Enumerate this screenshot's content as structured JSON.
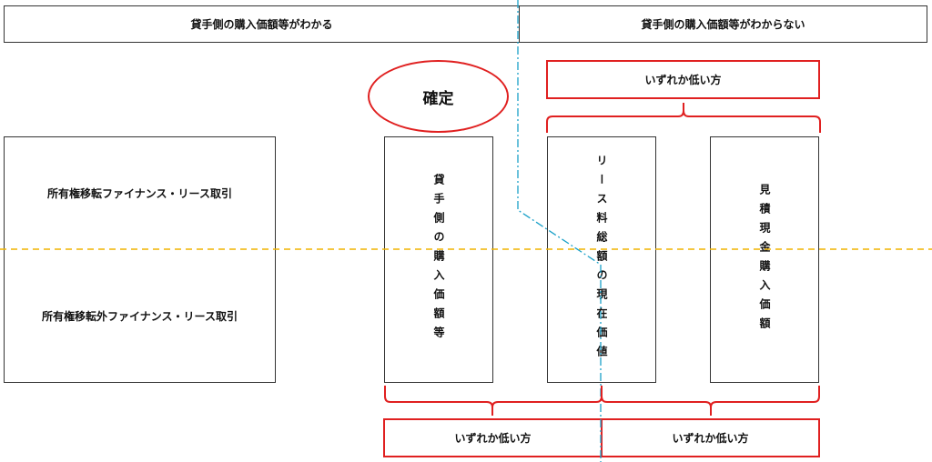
{
  "header": {
    "left_label": "貸手側の購入価額等がわかる",
    "right_label": "貸手側の購入価額等がわからない"
  },
  "confirmed_label": "確定",
  "rows": {
    "transfer_label": "所有権移転ファイナンス・リース取引",
    "non_transfer_label": "所有権移転外ファイナンス・リース取引"
  },
  "columns": {
    "purchase_price_label": "貸手側の購入価額等",
    "pv_total_lease_label": "リース料総額の現在価値",
    "estimated_cash_price_label": "見積現金購入価額"
  },
  "brackets": {
    "top_lower_label": "いずれか低い方",
    "bottom_left_label": "いずれか低い方",
    "bottom_right_label": "いずれか低い方"
  },
  "colors": {
    "accent_red": "#e02020",
    "dashed_orange": "#f0b400",
    "dashdot_blue": "#1aa0c8",
    "border": "#333333"
  }
}
